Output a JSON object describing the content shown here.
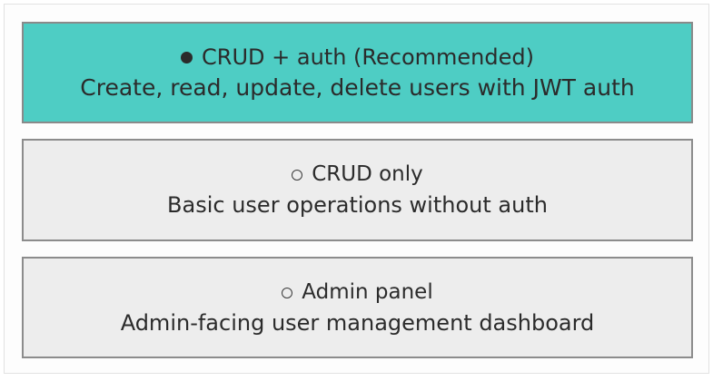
{
  "panel": {
    "name": "api-scope-option-list",
    "selected_index": 0
  },
  "colors": {
    "selected_background": "#4ECDC4",
    "unselected_background": "#EDEDED",
    "card_border": "#8C8C8C",
    "panel_border": "#E2E2E2",
    "text": "#2B2B2B"
  },
  "options": [
    {
      "title": "CRUD + auth (Recommended)",
      "description": "Create, read, update, delete users with JWT auth",
      "selected": true,
      "glyph": "filled-radio-bullet",
      "glyph_char": "●"
    },
    {
      "title": "CRUD only",
      "description": "Basic user operations without auth",
      "selected": false,
      "glyph": "hollow-radio-circle",
      "glyph_char": "○"
    },
    {
      "title": "Admin panel",
      "description": "Admin-facing user management dashboard",
      "selected": false,
      "glyph": "hollow-radio-circle",
      "glyph_char": "○"
    }
  ]
}
